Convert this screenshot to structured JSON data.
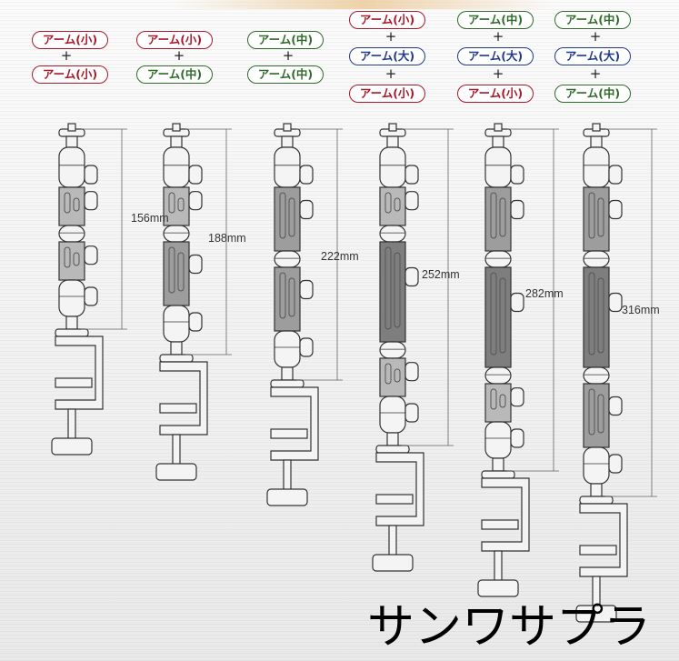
{
  "arm_labels": {
    "small": "アーム(小)",
    "medium": "アーム(中)",
    "large": "アーム(大)"
  },
  "plus_sign": "+",
  "combinations": [
    {
      "arms": [
        "small",
        "small"
      ],
      "length": "156mm"
    },
    {
      "arms": [
        "small",
        "medium"
      ],
      "length": "188mm"
    },
    {
      "arms": [
        "medium",
        "medium"
      ],
      "length": "222mm"
    },
    {
      "arms": [
        "small",
        "large",
        "small"
      ],
      "length": "252mm"
    },
    {
      "arms": [
        "medium",
        "large",
        "small"
      ],
      "length": "282mm"
    },
    {
      "arms": [
        "medium",
        "large",
        "medium"
      ],
      "length": "316mm"
    }
  ],
  "colors": {
    "small": "#a8182a",
    "medium": "#2f6a2a",
    "large": "#213a8a",
    "arm_small_fill": "#b9b9b9",
    "arm_medium_fill": "#9d9d9d",
    "arm_large_fill": "#7e7e7e"
  },
  "watermark": "サンワサプラ"
}
